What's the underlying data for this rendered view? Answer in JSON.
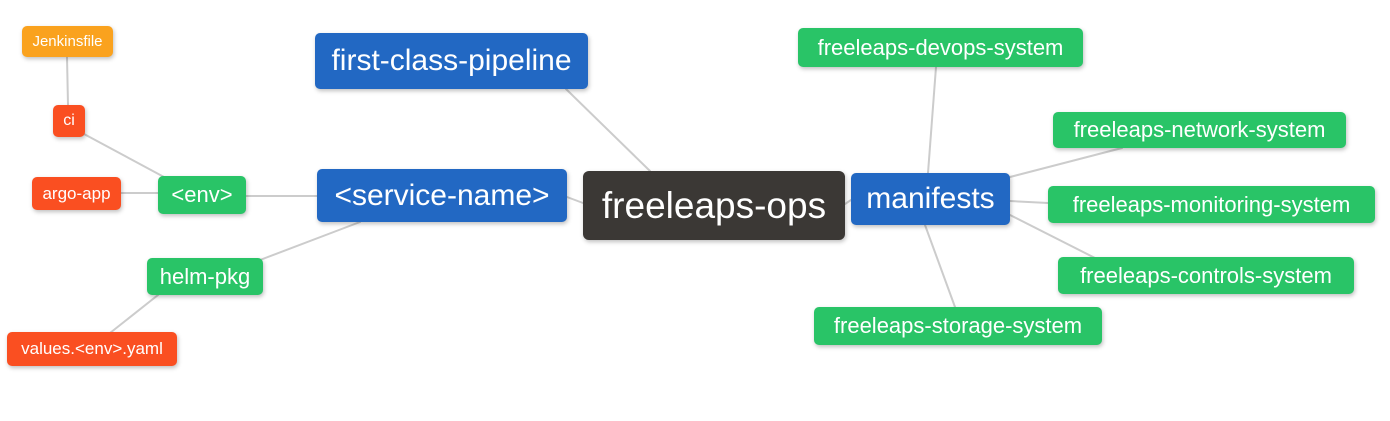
{
  "colors": {
    "root_bg": "#3b3835",
    "branch_bg": "#2268c3",
    "sub_bg": "#29c467",
    "leaf_bg": "#fa4f21",
    "note_bg": "#faa21e",
    "edge": "#cccccc",
    "text": "#ffffff"
  },
  "nodes": [
    {
      "id": "freeleaps-ops",
      "label": "freeleaps-ops",
      "level": "root"
    },
    {
      "id": "first-class-pipeline",
      "label": "first-class-pipeline",
      "level": "branch"
    },
    {
      "id": "service-name",
      "label": "<service-name>",
      "level": "branch"
    },
    {
      "id": "manifests",
      "label": "manifests",
      "level": "branch"
    },
    {
      "id": "env",
      "label": "<env>",
      "level": "sub"
    },
    {
      "id": "helm-pkg",
      "label": "helm-pkg",
      "level": "sub"
    },
    {
      "id": "ci",
      "label": "ci",
      "level": "leaf"
    },
    {
      "id": "argo-app",
      "label": "argo-app",
      "level": "leaf"
    },
    {
      "id": "values-env-yaml",
      "label": "values.<env>.yaml",
      "level": "leaf"
    },
    {
      "id": "jenkinsfile",
      "label": "Jenkinsfile",
      "level": "note"
    },
    {
      "id": "freeleaps-devops-system",
      "label": "freeleaps-devops-system",
      "level": "sub"
    },
    {
      "id": "freeleaps-network-system",
      "label": "freeleaps-network-system",
      "level": "sub"
    },
    {
      "id": "freeleaps-monitoring-system",
      "label": "freeleaps-monitoring-system",
      "level": "sub"
    },
    {
      "id": "freeleaps-controls-system",
      "label": "freeleaps-controls-system",
      "level": "sub"
    },
    {
      "id": "freeleaps-storage-system",
      "label": "freeleaps-storage-system",
      "level": "sub"
    }
  ],
  "edges": [
    {
      "from": "jenkinsfile",
      "to": "ci"
    },
    {
      "from": "ci",
      "to": "env"
    },
    {
      "from": "argo-app",
      "to": "env"
    },
    {
      "from": "env",
      "to": "service-name"
    },
    {
      "from": "helm-pkg",
      "to": "service-name"
    },
    {
      "from": "values-env-yaml",
      "to": "helm-pkg"
    },
    {
      "from": "first-class-pipeline",
      "to": "freeleaps-ops"
    },
    {
      "from": "service-name",
      "to": "freeleaps-ops"
    },
    {
      "from": "freeleaps-ops",
      "to": "manifests"
    },
    {
      "from": "manifests",
      "to": "freeleaps-devops-system"
    },
    {
      "from": "manifests",
      "to": "freeleaps-network-system"
    },
    {
      "from": "manifests",
      "to": "freeleaps-monitoring-system"
    },
    {
      "from": "manifests",
      "to": "freeleaps-controls-system"
    },
    {
      "from": "manifests",
      "to": "freeleaps-storage-system"
    }
  ]
}
